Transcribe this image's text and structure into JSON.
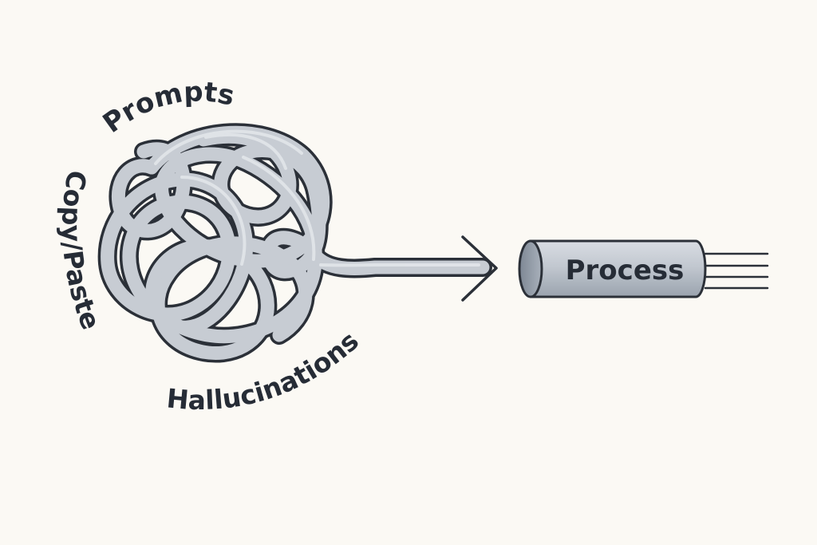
{
  "diagram": {
    "labels": {
      "prompts": "Prompts",
      "copy_paste": "Copy/Paste",
      "hallucinations": "Hallucinations"
    },
    "process": {
      "label": "Process"
    }
  },
  "colors": {
    "background": "#fbf9f4",
    "outline": "#2b3038",
    "rope_fill": "#c7ccd3",
    "pipe_fill": "#bcc3cc",
    "text": "#262c36"
  }
}
